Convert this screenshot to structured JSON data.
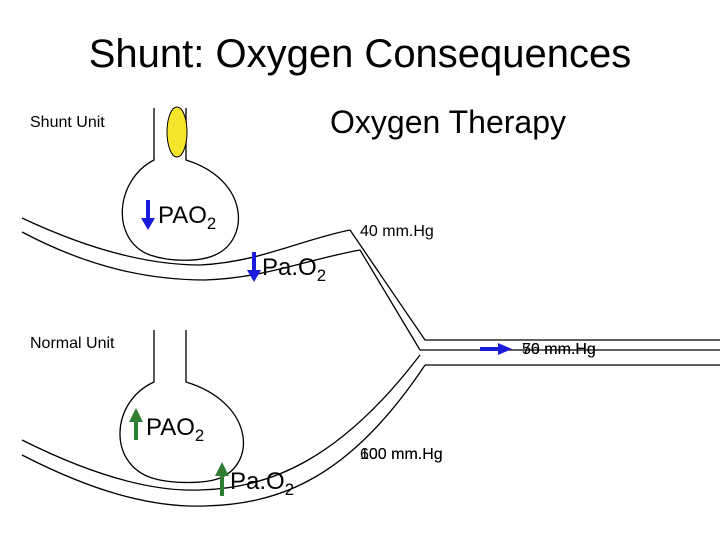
{
  "title": "Shunt: Oxygen Consequences",
  "labels": {
    "shunt_unit": "Shunt Unit",
    "oxygen_therapy": "Oxygen Therapy",
    "normal_unit": "Normal Unit"
  },
  "pao2_alveolar": {
    "prefix": "PAO",
    "subscript": "2"
  },
  "pao2_arterial": {
    "prefix": "Pa.O",
    "subscript": "2"
  },
  "values": {
    "shunt_capillary": "40 mm.Hg",
    "normal_capillary_a": "100 mm.Hg",
    "normal_capillary_b": "600 mm.Hg",
    "mixed_a": "56 mm.Hg",
    "mixed_b": "70 mm.Hg"
  },
  "colors": {
    "arrow_down": "#1a1adb",
    "arrow_up": "#2e7d32",
    "arrow_right": "#1a1adb",
    "airway_fill": "#f5e52a"
  },
  "icons": {
    "arrow_down": "down-arrow-icon",
    "arrow_up": "up-arrow-icon",
    "arrow_right": "right-arrow-icon"
  }
}
